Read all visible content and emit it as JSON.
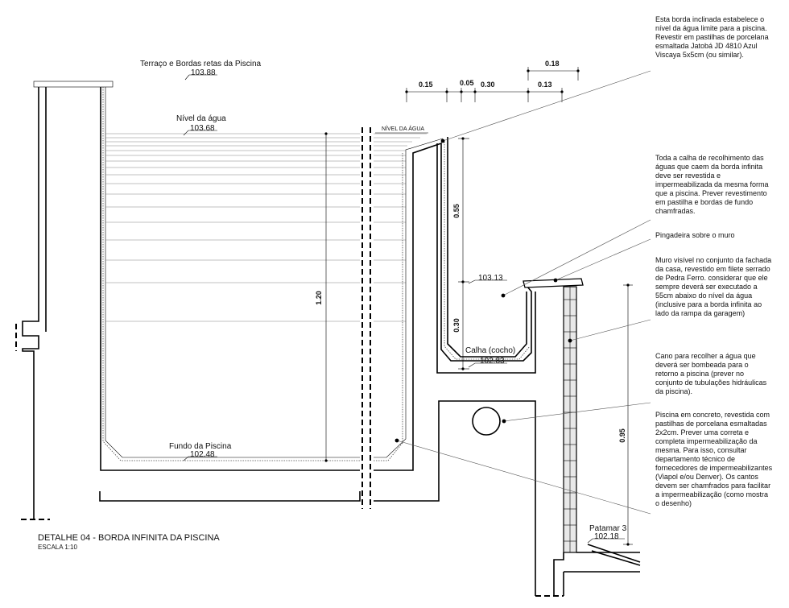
{
  "labels": {
    "terraco": "Terraço e Bordas retas da Piscina",
    "nivel_agua": "Nível da água",
    "nivel_agua_caps": "NÍVEL DA ÁGUA",
    "fundo": "Fundo da Piscina",
    "calha": "Calha (cocho)",
    "patamar": "Patamar 3"
  },
  "elevations": {
    "terraco": "103.88",
    "nivel_agua": "103.68",
    "calha_top": "103.13",
    "fundo": "102.48",
    "calha": "102.83",
    "patamar": "102.18"
  },
  "dimensions": {
    "d015": "0.15",
    "d005": "0.05",
    "d030": "0.30",
    "d018": "0.18",
    "d013": "0.13",
    "d055": "0.55",
    "d030v": "0.30",
    "d120": "1.20",
    "d095": "0.95"
  },
  "notes": {
    "note1": [
      "Esta borda inclinada estabelece o",
      "nível da água limite para a piscina.",
      "Revestir em pastilhas de porcelana",
      "esmaltada Jatobá JD 4810 Azul",
      "Viscaya 5x5cm (ou similar)."
    ],
    "note2": [
      "Toda a calha de recolhimento das",
      "águas que caem da borda infinita",
      "deve ser revestida e",
      "impermeabilizada da mesma forma",
      "que a piscina. Prever revestimento",
      "em pastilha e bordas de fundo",
      "chamfradas."
    ],
    "note3": [
      "Pingadeira sobre o muro"
    ],
    "note4": [
      "Muro visível no conjunto da fachada",
      "da casa, revestido em filete serrado",
      "de Pedra Ferro. considerar que ele",
      "sempre deverá ser executado a",
      "55cm abaixo do nível da água",
      "(inclusive para a borda infinita ao",
      "lado da rampa da garagem)"
    ],
    "note5": [
      "Cano para recolher a água que",
      "deverá ser bombeada para o",
      "retorno a piscina (prever no",
      "conjunto de tubulações hidráulicas",
      "da piscina)."
    ],
    "note6": [
      "Piscina em concreto, revestida com",
      "pastilhas de porcelana esmaltadas",
      "2x2cm. Prever uma correta e",
      "completa impermeabilização da",
      "mesma. Para isso, consultar",
      "departamento técnico de",
      "fornecedores de impermeabilizantes",
      "(Viapol e/ou Denver). Os cantos",
      "devem ser chamfrados para facilitar",
      "a impermeabilização (como mostra",
      "o desenho)"
    ]
  },
  "title": {
    "main": "DETALHE 04 - BORDA INFINITA DA PISCINA",
    "scale": "ESCALA 1:10"
  }
}
